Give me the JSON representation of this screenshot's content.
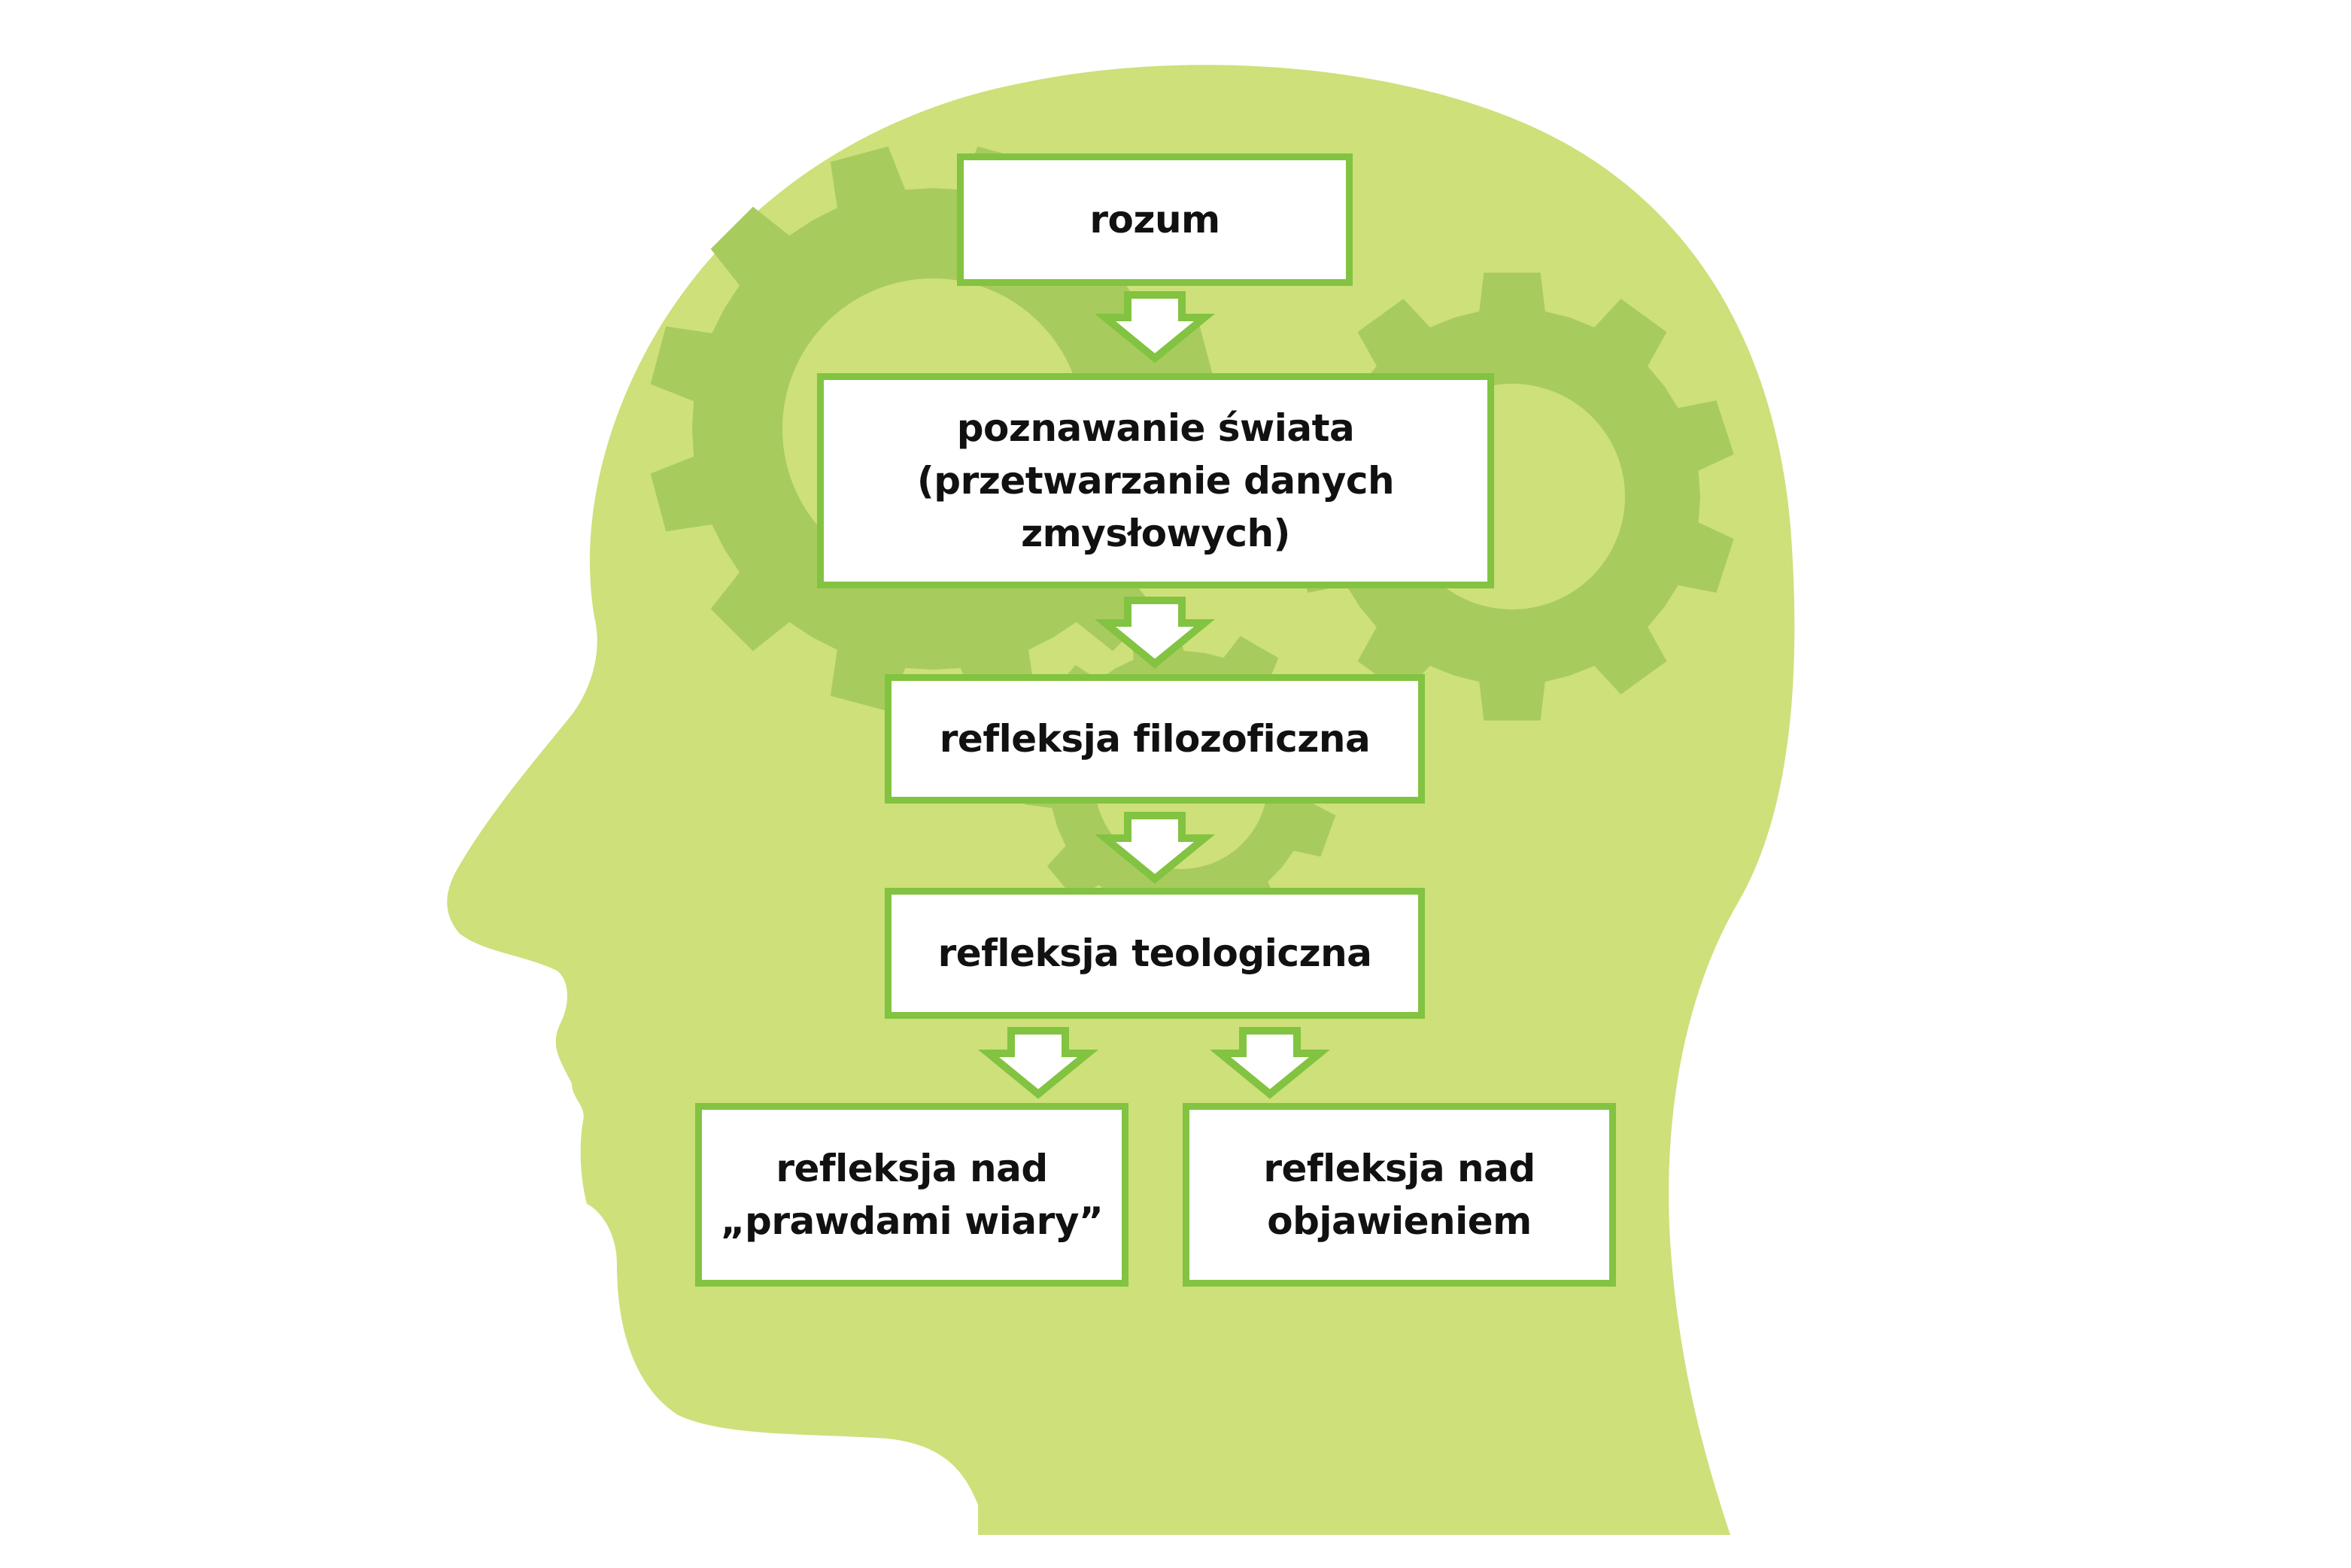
{
  "diagram": {
    "description": "Head silhouette with gears containing a flowchart of reason",
    "colors": {
      "head": "#cde07a",
      "gear": "#a8cb5e",
      "box_border": "#82c341",
      "box_fill": "#ffffff",
      "text": "#111111"
    },
    "nodes": [
      {
        "id": "rozum",
        "label": "rozum"
      },
      {
        "id": "poznawanie",
        "label": "poznawanie świata\n(przetwarzanie danych\nzmysłowych)"
      },
      {
        "id": "filozoficzna",
        "label": "refleksja filozoficzna"
      },
      {
        "id": "teologiczna",
        "label": "refleksja teologiczna"
      },
      {
        "id": "wiary",
        "label": "refleksja nad\n„prawdami wiary”"
      },
      {
        "id": "objawienie",
        "label": "refleksja nad\nobjawieniem"
      }
    ],
    "edges": [
      {
        "from": "rozum",
        "to": "poznawanie"
      },
      {
        "from": "poznawanie",
        "to": "filozoficzna"
      },
      {
        "from": "filozoficzna",
        "to": "teologiczna"
      },
      {
        "from": "teologiczna",
        "to": "wiary"
      },
      {
        "from": "teologiczna",
        "to": "objawienie"
      }
    ]
  }
}
